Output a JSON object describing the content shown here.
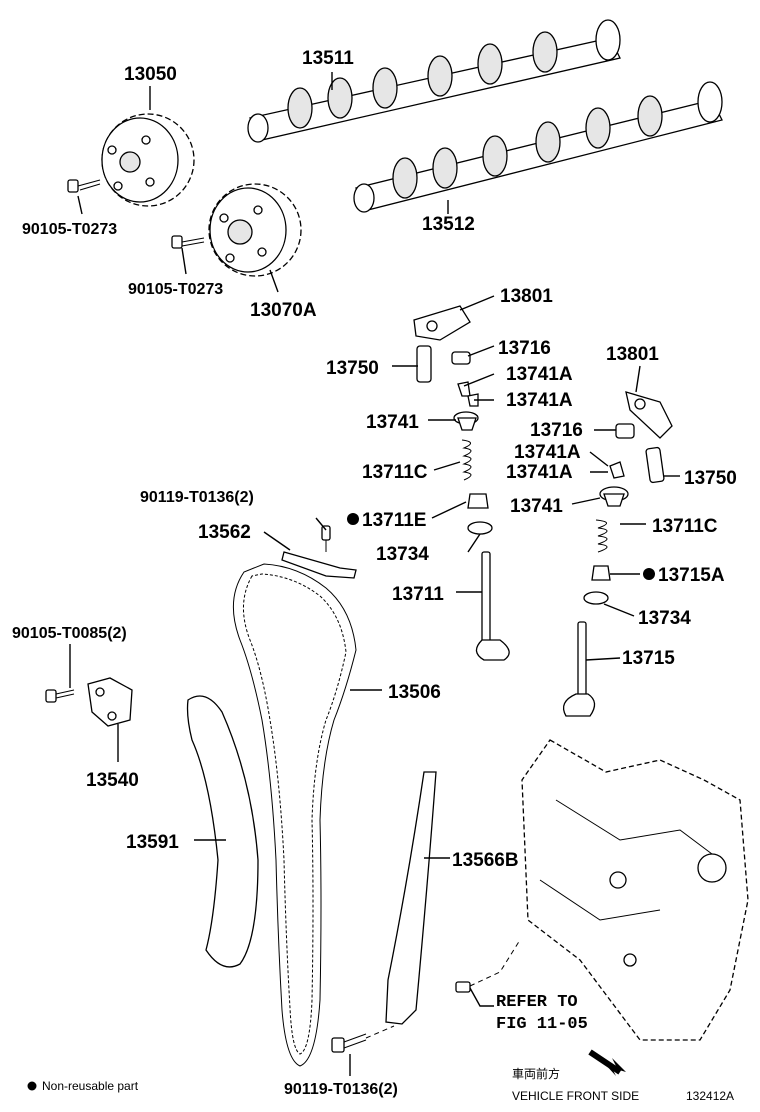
{
  "labels": {
    "sprocket_intake": "13050",
    "sprocket_exhaust": "13070A",
    "bolt_intake": "90105-T0273",
    "bolt_exhaust": "90105-T0273",
    "camshaft_1": "13511",
    "camshaft_2": "13512",
    "rocker_arm_1": "13801",
    "rocker_arm_2": "13801",
    "lash_adjuster_1": "13750",
    "lash_adjuster_2": "13750",
    "cap_1": "13716",
    "cap_2": "13716",
    "keeper_1a": "13741A",
    "keeper_1b": "13741A",
    "keeper_2a": "13741A",
    "keeper_2b": "13741A",
    "retainer_1": "13741",
    "retainer_2": "13741",
    "spring_1": "13711C",
    "spring_2": "13711C",
    "bolt_damper": "90119-T0136(2)",
    "seal_intake": "13711E",
    "seal_exhaust": "13715A",
    "damper": "13562",
    "seat_1": "13734",
    "seat_2": "13734",
    "valve_intake": "13711",
    "valve_exhaust": "13715",
    "bolt_tensioner": "90105-T0085(2)",
    "tensioner": "13540",
    "chain": "13506",
    "slipper": "13591",
    "guide": "13566B",
    "refer_line1": "REFER TO",
    "refer_line2": "FIG 11-05",
    "bolt_guide": "90119-T0136(2)"
  },
  "footer": {
    "legend": "Non-reusable part",
    "front_jp": "車両前方",
    "front_en": "VEHICLE FRONT SIDE",
    "figure_code": "132412A"
  }
}
